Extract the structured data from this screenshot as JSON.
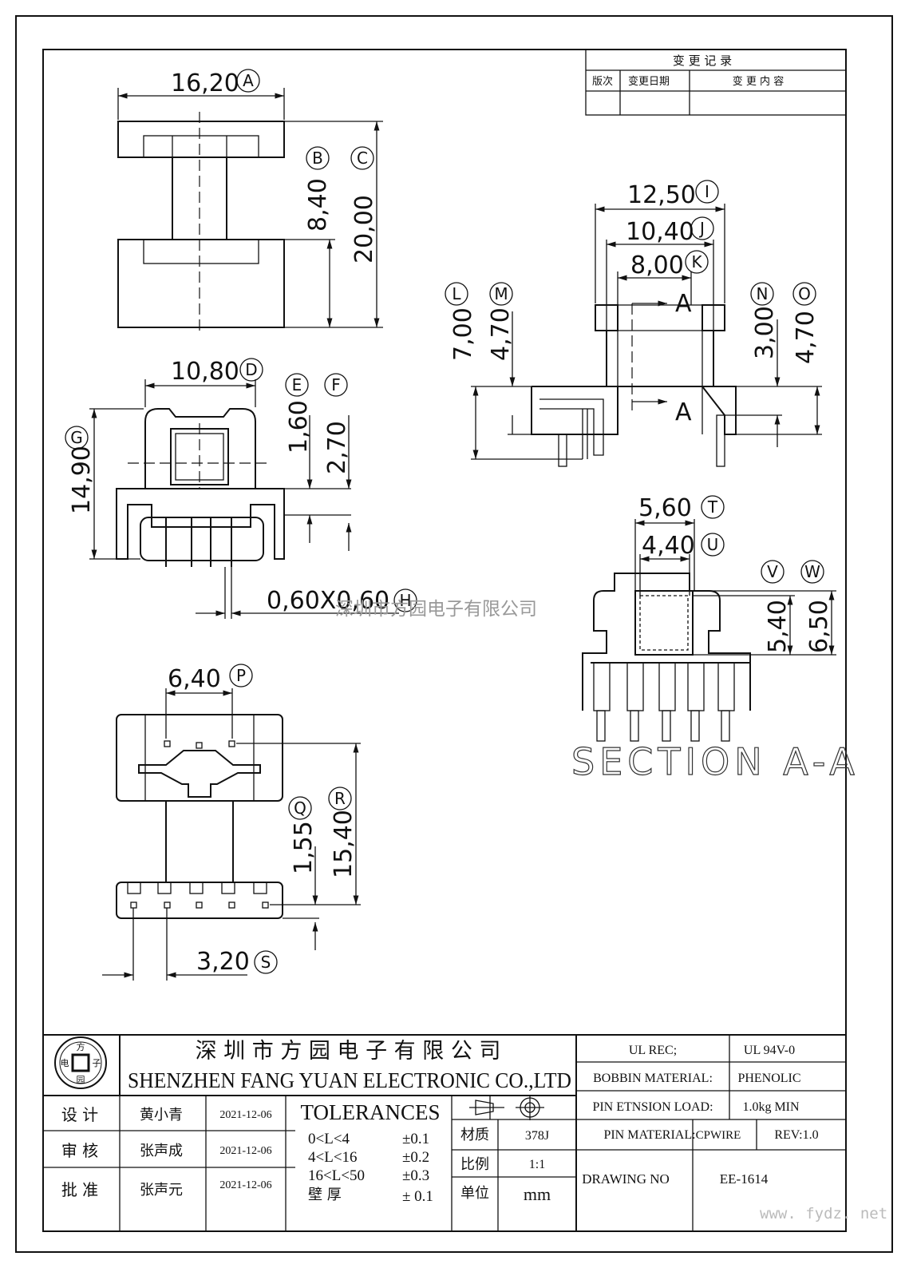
{
  "change_log": {
    "title": "变 更 记 录",
    "col_version": "版次",
    "col_date": "变更日期",
    "col_content": "变 更 内 容"
  },
  "dimensions": {
    "A": {
      "value": "16,20",
      "letter": "A"
    },
    "B": {
      "value": "8,40",
      "letter": "B"
    },
    "C": {
      "value": "20,00",
      "letter": "C"
    },
    "D": {
      "value": "10,80",
      "letter": "D"
    },
    "E": {
      "value": "1,60",
      "letter": "E"
    },
    "F": {
      "value": "2,70",
      "letter": "F"
    },
    "G": {
      "value": "14,90",
      "letter": "G"
    },
    "H": {
      "value": "0,60X0,60",
      "letter": "H"
    },
    "I": {
      "value": "12,50",
      "letter": "I"
    },
    "J": {
      "value": "10,40",
      "letter": "J"
    },
    "K": {
      "value": "8,00",
      "letter": "K"
    },
    "L": {
      "value": "7,00",
      "letter": "L"
    },
    "M": {
      "value": "4,70",
      "letter": "M"
    },
    "N": {
      "value": "3,00",
      "letter": "N"
    },
    "O": {
      "value": "4,70",
      "letter": "O"
    },
    "P": {
      "value": "6,40",
      "letter": "P"
    },
    "Q": {
      "value": "1,55",
      "letter": "Q"
    },
    "R": {
      "value": "15,40",
      "letter": "R"
    },
    "S": {
      "value": "3,20",
      "letter": "S"
    },
    "T": {
      "value": "5,60",
      "letter": "T"
    },
    "U": {
      "value": "4,40",
      "letter": "U"
    },
    "V": {
      "value": "5,40",
      "letter": "V"
    },
    "W": {
      "value": "6,50",
      "letter": "W"
    }
  },
  "section_marker": "A",
  "section_label": "SECTION A-A",
  "watermark": {
    "center": "深圳市方园电子有限公司",
    "corner": "www. fydz. net"
  },
  "title_block": {
    "logo": {
      "top": "方",
      "left": "电",
      "right": "子",
      "bottom": "园"
    },
    "company_cn": "深 圳 市 方 园 电 子 有 限 公 司",
    "company_en": "SHENZHEN FANG YUAN ELECTRONIC CO.,LTD",
    "design_label": "设  计",
    "design_name": "黄小青",
    "design_date": "2021-12-06",
    "review_label": "审  核",
    "review_name": "张声成",
    "review_date": "2021-12-06",
    "approve_label": "批  准",
    "approve_name": "张声元",
    "approve_date": "2021-12-06",
    "tolerances_title": "TOLERANCES",
    "tolerances": [
      {
        "range": "0<L<4",
        "value": "±0.1"
      },
      {
        "range": "4<L<16",
        "value": "±0.2"
      },
      {
        "range": "16<L<50",
        "value": "±0.3"
      },
      {
        "range": "壁  厚",
        "value": "± 0.1"
      }
    ],
    "material_label": "材质",
    "material_value": "378J",
    "scale_label": "比例",
    "scale_value": "1:1",
    "unit_label": "单位",
    "unit_value": "mm",
    "ul_rec_label": "UL REC;",
    "ul_rec_value": "UL  94V-0",
    "bobbin_material_label": "BOBBIN MATERIAL:",
    "bobbin_material_value": "PHENOLIC",
    "pin_load_label": "PIN ETNSION LOAD:",
    "pin_load_value": "1.0kg MIN",
    "pin_material_label": "PIN MATERIAL:",
    "pin_material_value": "CPWIRE",
    "rev": "REV:1.0",
    "drawing_no_label": "DRAWING NO",
    "drawing_no_value": "EE-1614"
  }
}
